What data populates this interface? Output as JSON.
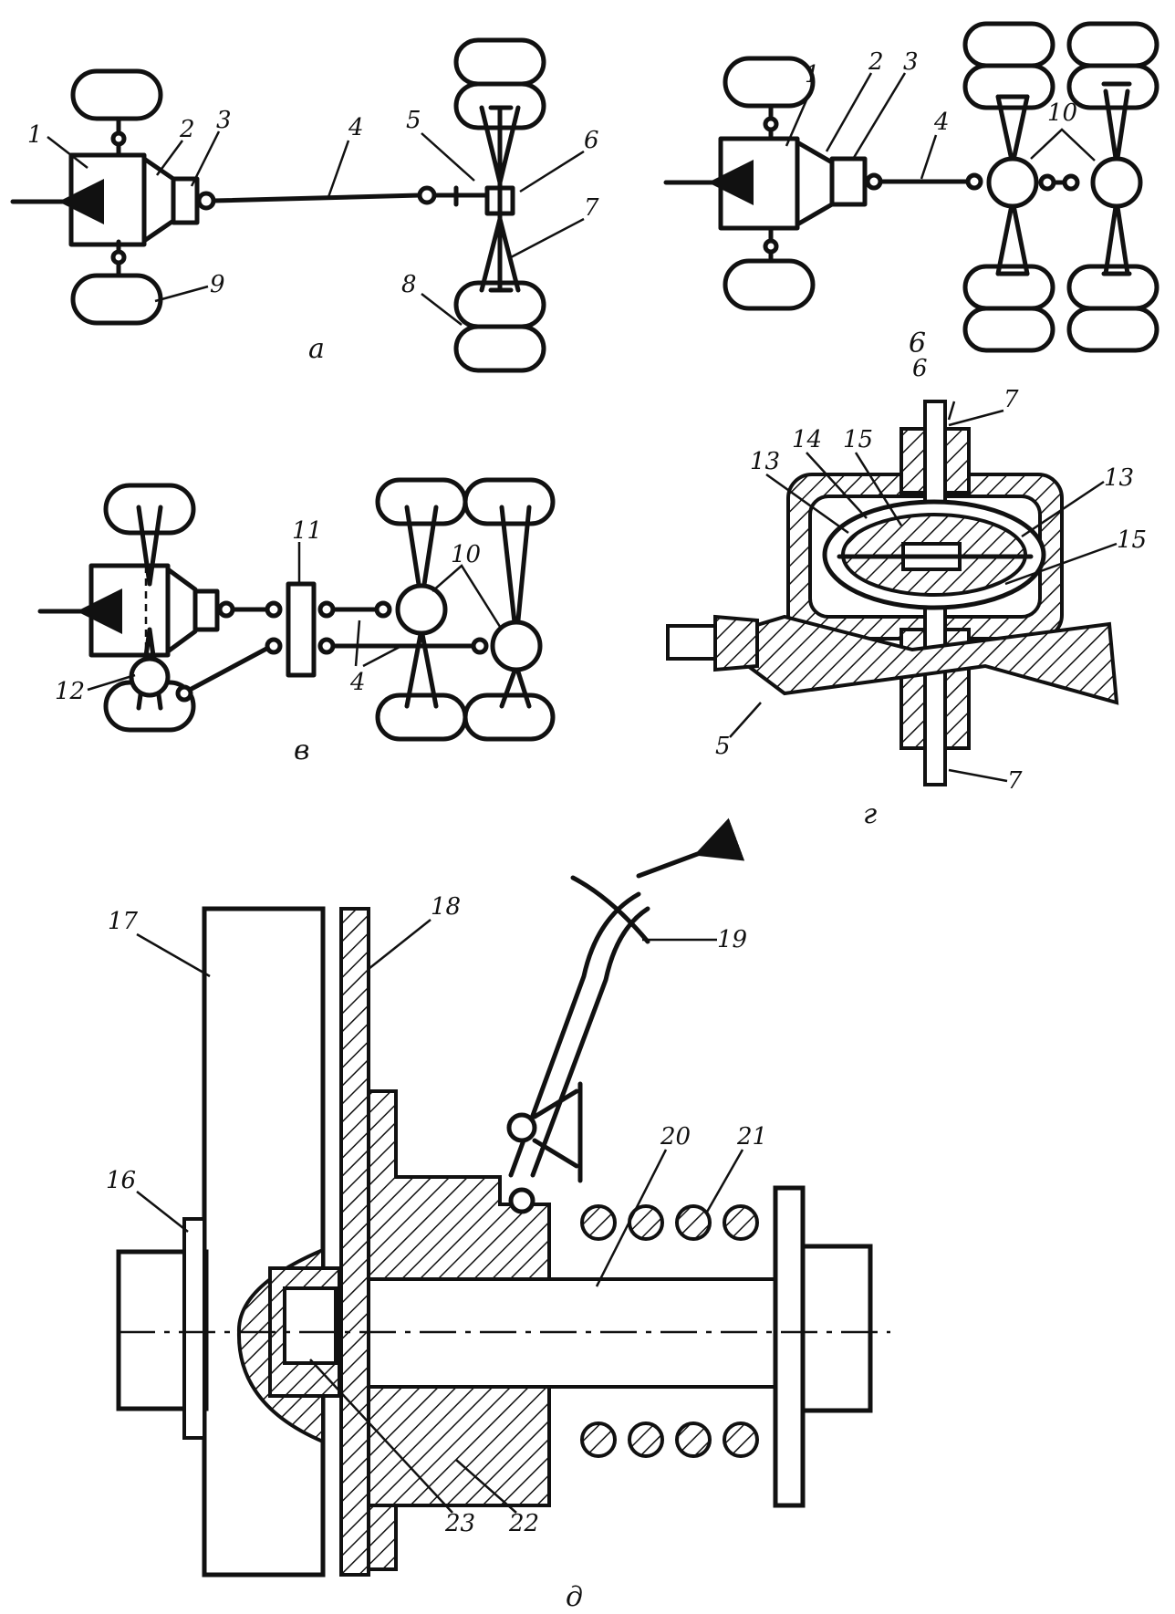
{
  "figure": {
    "panels": [
      {
        "id": "a",
        "caption": "а",
        "labels": [
          "1",
          "2",
          "3",
          "4",
          "5",
          "6",
          "7",
          "8",
          "9"
        ]
      },
      {
        "id": "b",
        "caption": "б",
        "labels": [
          "1",
          "2",
          "3",
          "4",
          "10"
        ]
      },
      {
        "id": "v",
        "caption": "в",
        "labels": [
          "11",
          "10",
          "12",
          "4"
        ]
      },
      {
        "id": "g",
        "caption": "г",
        "labels": [
          "6",
          "7",
          "13",
          "14",
          "15",
          "13",
          "15",
          "5",
          "7"
        ]
      },
      {
        "id": "d",
        "caption": "д",
        "labels": [
          "17",
          "18",
          "19",
          "20",
          "21",
          "16",
          "23",
          "22"
        ]
      }
    ]
  },
  "colors": {
    "ink": "#111111",
    "paper": "#ffffff"
  }
}
